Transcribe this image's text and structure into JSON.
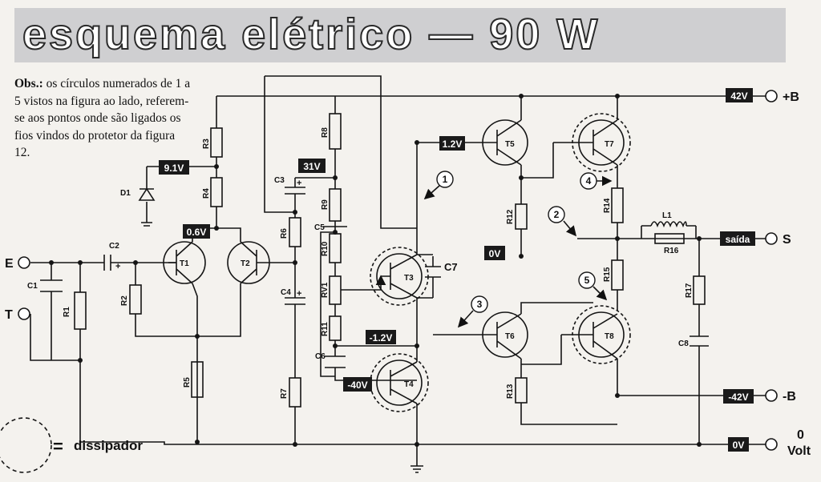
{
  "title": "esquema elétrico — 90 W",
  "note": {
    "label": "Obs.:",
    "text": " os círculos numerados de 1 a 5 vistos na figura ao lado, referem-se aos pontos onde são ligados os fios vindos do protetor da figura 12."
  },
  "legend": {
    "equals": "=",
    "label": "dissipador"
  },
  "voltages": {
    "v42p": "42V",
    "v12p": "1.2V",
    "v91": "9.1V",
    "v31": "31V",
    "v06": "0.6V",
    "v0a": "0V",
    "v12n": "-1.2V",
    "v40n": "-40V",
    "v42n": "-42V",
    "v0b": "0V",
    "saida": "saída"
  },
  "terminals": {
    "plus_b": "+B",
    "s": "S",
    "minus_b": "-B",
    "zero": "0",
    "volt": "Volt",
    "e": "E",
    "t": "T"
  },
  "components": {
    "R1": "R1",
    "R2": "R2",
    "R3": "R3",
    "R4": "R4",
    "R5": "R5",
    "R6": "R6",
    "R7": "R7",
    "R8": "R8",
    "R9": "R9",
    "R10": "R10",
    "R11": "R11",
    "R12": "R12",
    "R13": "R13",
    "R14": "R14",
    "R15": "R15",
    "R16": "R16",
    "R17": "R17",
    "RV1": "RV1",
    "C1": "C1",
    "C2": "C2",
    "C3": "C3",
    "C4": "C4",
    "C5": "C5",
    "C6": "C6",
    "C7": "C7",
    "C8": "C8",
    "D1": "D1",
    "L1": "L1",
    "T1": "T1",
    "T2": "T2",
    "T3": "T3",
    "T4": "T4",
    "T5": "T5",
    "T6": "T6",
    "T7": "T7",
    "T8": "T8"
  },
  "points": {
    "p1": "1",
    "p2": "2",
    "p3": "3",
    "p4": "4",
    "p5": "5"
  },
  "polarity": {
    "plus": "+"
  }
}
